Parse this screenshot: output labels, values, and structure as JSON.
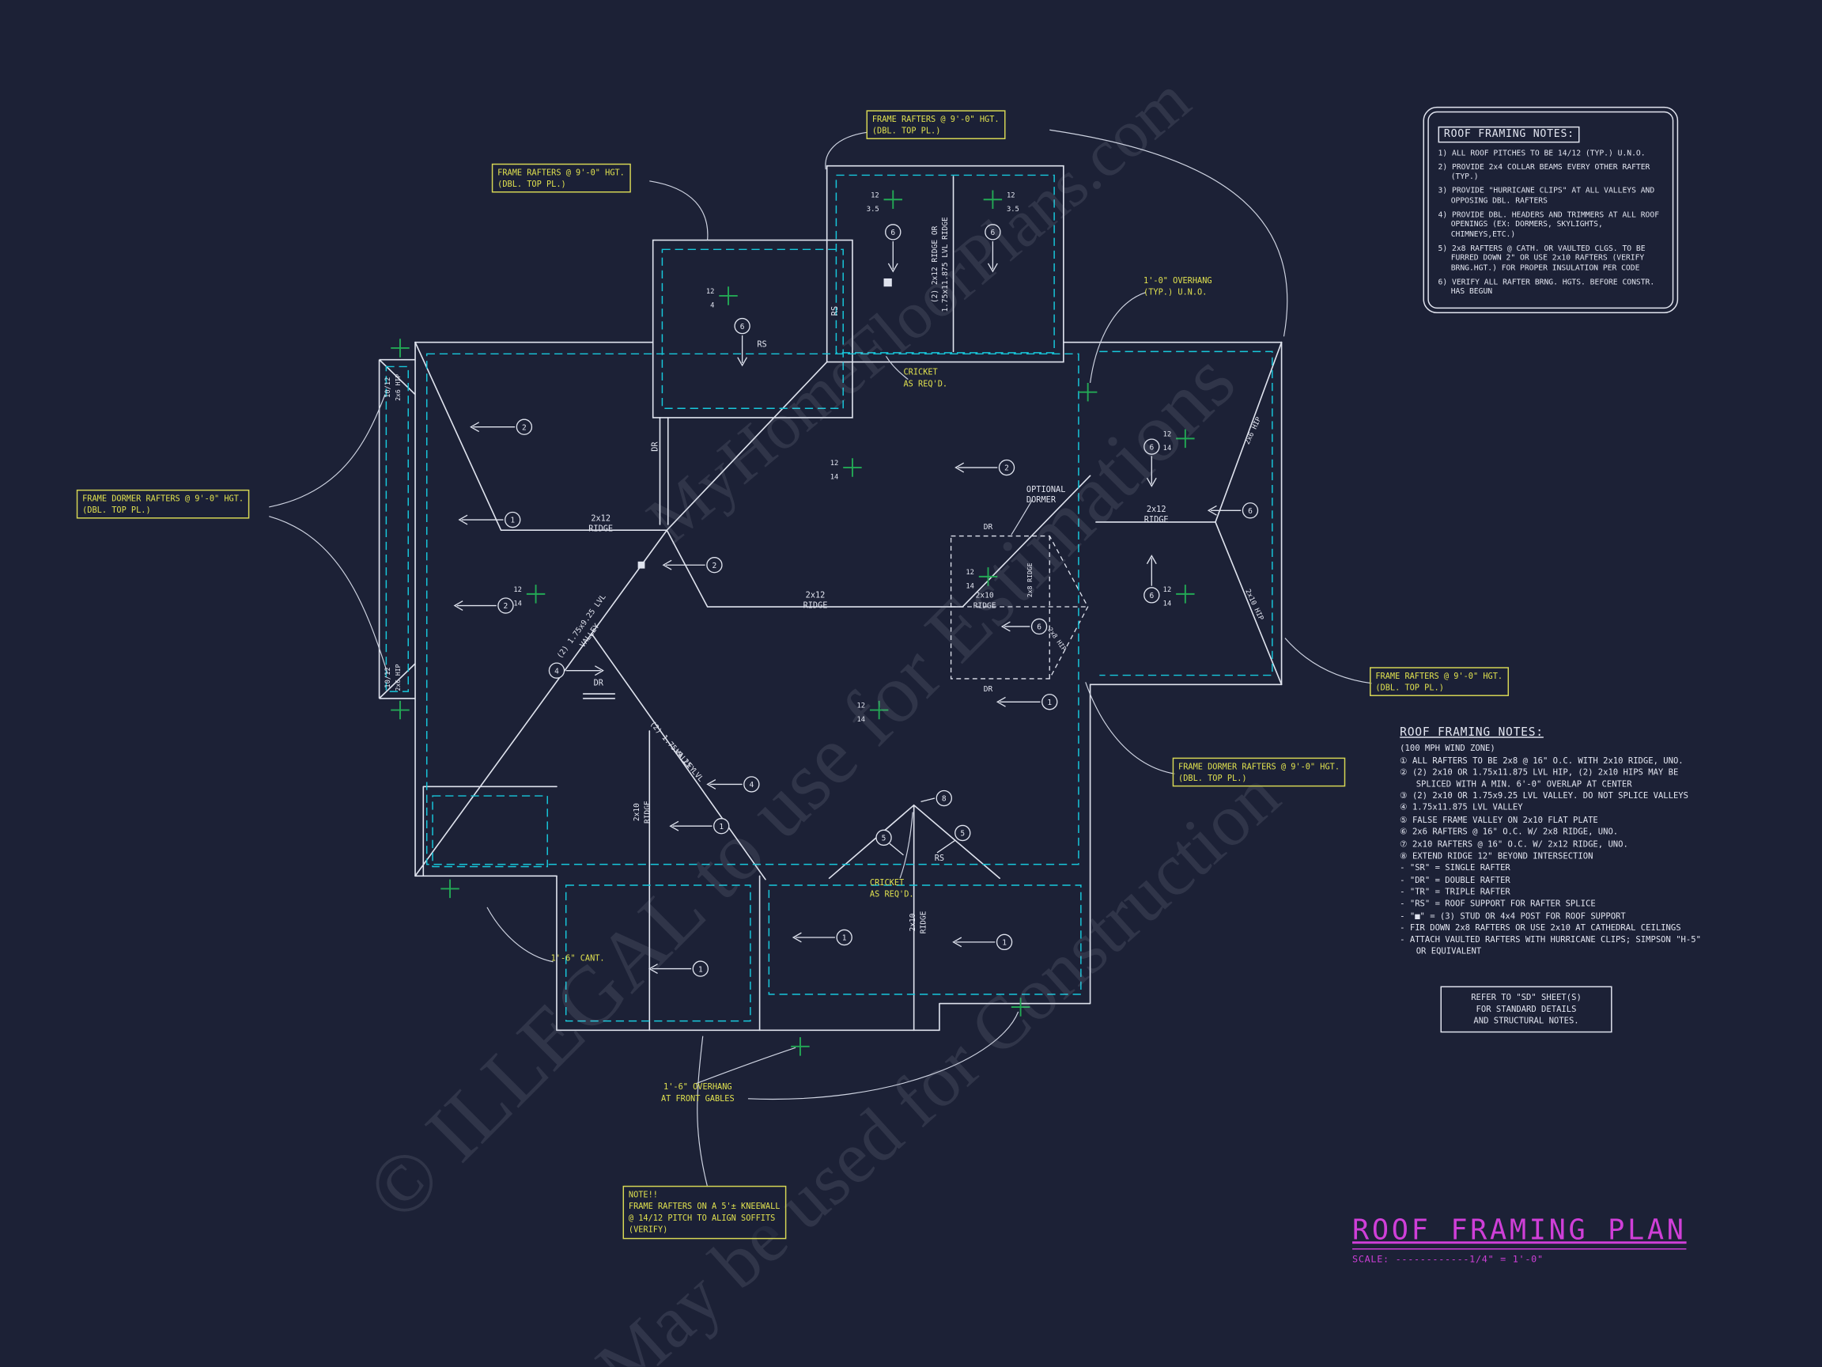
{
  "watermark": {
    "line1": "MyHomeFloorPlans.com",
    "line2": "© ILLEGAL to use for Estimations",
    "line3": "May be used for Construction"
  },
  "notes_box": {
    "title": "ROOF FRAMING NOTES:",
    "items": [
      "1) ALL ROOF PITCHES TO BE  14/12 (TYP.) U.N.O.",
      "2) PROVIDE 2x4 COLLAR BEAMS EVERY OTHER RAFTER (TYP.)",
      "3) PROVIDE \"HURRICANE CLIPS\" AT ALL VALLEYS AND OPPOSING DBL. RAFTERS",
      "4) PROVIDE DBL. HEADERS AND TRIMMERS AT ALL ROOF OPENINGS (EX: DORMERS, SKYLIGHTS, CHIMNEYS,ETC.)",
      "5) 2x8 RAFTERS @ CATH. OR VAULTED CLGS. TO BE FURRED DOWN 2\" OR USE 2x10 RAFTERS (VERIFY BRNG.HGT.) FOR PROPER INSULATION PER CODE",
      "6) VERIFY ALL RAFTER BRNG. HGTS. BEFORE CONSTR. HAS BEGUN"
    ]
  },
  "notes_list": {
    "title": "ROOF FRAMING NOTES:",
    "zone": "(100 MPH WIND ZONE)",
    "items": [
      "① ALL RAFTERS TO BE 2x8 @ 16\" O.C. WITH 2x10 RIDGE, UNO.",
      "② (2) 2x10 OR 1.75x11.875 LVL HIP, (2) 2x10 HIPS MAY BE SPLICED WITH A MIN. 6'-0\" OVERLAP AT CENTER",
      "③ (2) 2x10 OR 1.75x9.25 LVL VALLEY. DO NOT SPLICE VALLEYS",
      "④ 1.75x11.875 LVL VALLEY",
      "⑤ FALSE FRAME VALLEY ON 2x10 FLAT PLATE",
      "⑥ 2x6 RAFTERS @ 16\" O.C. W/ 2x8 RIDGE, UNO.",
      "⑦ 2x10 RAFTERS @ 16\" O.C. W/ 2x12 RIDGE, UNO.",
      "⑧ EXTEND RIDGE 12\" BEYOND INTERSECTION",
      "-  \"SR\" = SINGLE RAFTER",
      "-  \"DR\" = DOUBLE RAFTER",
      "-  \"TR\" = TRIPLE RAFTER",
      "-  \"RS\" = ROOF SUPPORT FOR RAFTER SPLICE",
      "-  \"■\" = (3) STUD OR 4x4 POST FOR ROOF SUPPORT",
      "-  FIR DOWN 2x8 RAFTERS OR USE 2x10 AT CATHEDRAL CEILINGS",
      "-  ATTACH VAULTED RAFTERS WITH HURRICANE CLIPS; SIMPSON \"H-5\" OR EQUIVALENT"
    ]
  },
  "sd_note": {
    "line1": "REFER TO \"SD\" SHEET(S)",
    "line2": "FOR STANDARD DETAILS",
    "line3": "AND STRUCTURAL NOTES."
  },
  "title_block": {
    "title": "ROOF FRAMING PLAN",
    "scale": "SCALE: ------------1/4\" = 1'-0\""
  },
  "callouts": {
    "frame_rafters_1": "FRAME RAFTERS @ 9'-0\" HGT.",
    "frame_rafters_2": "(DBL. TOP PL.)",
    "frame_dormer_1": "FRAME DORMER RAFTERS @ 9'-0\" HGT.",
    "frame_dormer_2": "(DBL. TOP PL.)",
    "overhang_1": "1'-0\" OVERHANG",
    "overhang_2": "(TYP.) U.N.O.",
    "cricket_1": "CRICKET",
    "cricket_2": "AS REQ'D.",
    "cant": "1'-6\" CANT.",
    "front_gables_1": "1'-6\" OVERHANG",
    "front_gables_2": "AT FRONT GABLES",
    "kneewall_1": "NOTE!!",
    "kneewall_2": "FRAME RAFTERS ON A 5'± KNEEWALL",
    "kneewall_3": "@ 14/12 PITCH TO ALIGN SOFFITS",
    "kneewall_4": "(VERIFY)",
    "optional_dormer_1": "OPTIONAL",
    "optional_dormer_2": "DORMER"
  },
  "labels": {
    "s2x12": "2x12",
    "s2x10": "2x10",
    "ridge": "RIDGE",
    "lvl_ridge_1": "(2) 2x12 RIDGE OR",
    "lvl_ridge_2": "1.75x11.875 LVL RIDGE",
    "lvl_valley_1": "(2) 1.75x9.25 LVL",
    "lvl_valley_2": "VALLEY",
    "ridge_2x8": "2x8 RIDGE",
    "hip_2x6": "2x6 HIP",
    "hip_2x10": "2x10 HIP",
    "hip_2x8": "2x8 HIP",
    "slope_10_12": "10/12",
    "dr": "DR",
    "rs": "RS",
    "rise": "12",
    "p35": "3.5",
    "p4": "4",
    "p14": "14"
  },
  "markers": {
    "n1": "1",
    "n2": "2",
    "n4": "4",
    "n5": "5",
    "n6": "6",
    "n8": "8"
  }
}
